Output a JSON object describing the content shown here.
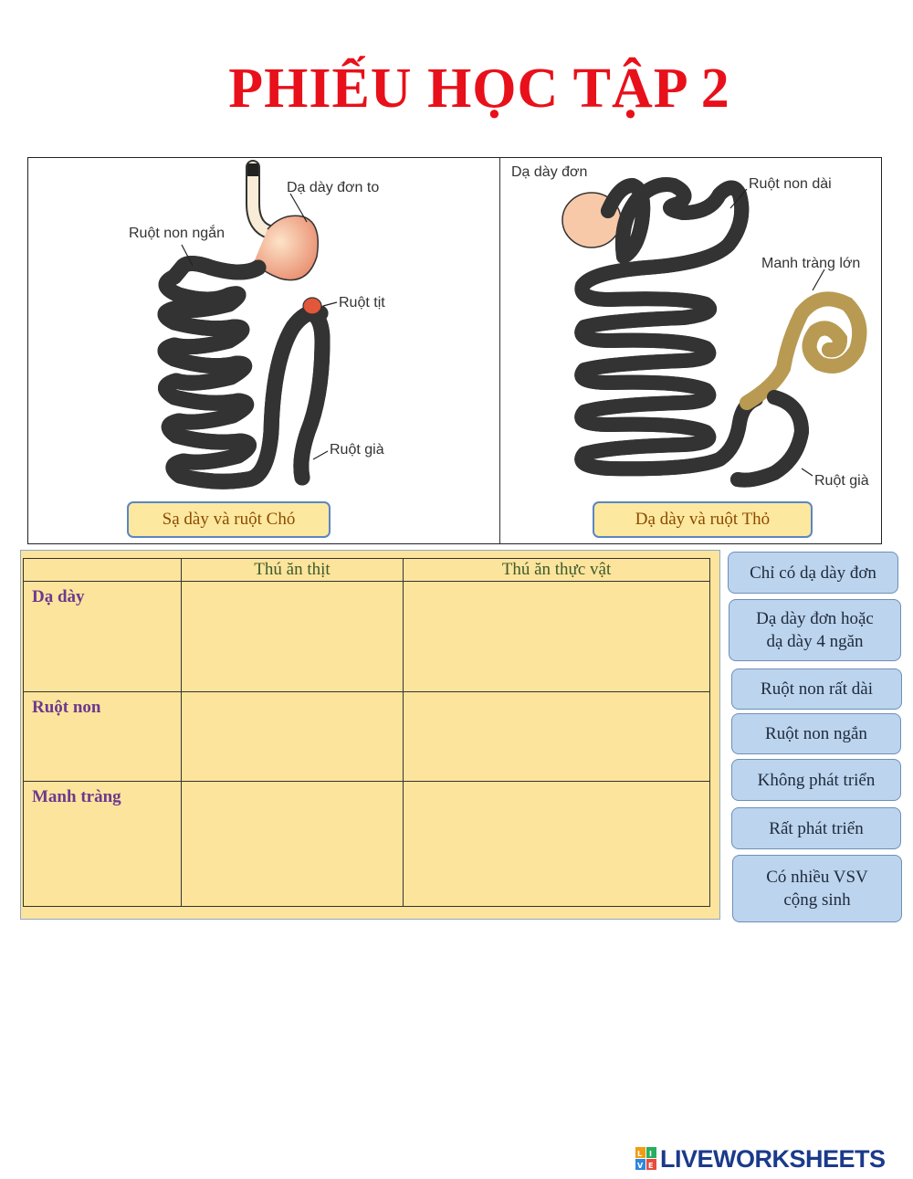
{
  "title": "PHIẾU HỌC TẬP 2",
  "figure": {
    "dog": {
      "labels": {
        "stomach": "Dạ dày đơn to",
        "small_intestine": "Ruột non ngắn",
        "cecum": "Ruột tịt",
        "large_intestine": "Ruột già"
      },
      "caption": "Sạ dày và ruột Chó"
    },
    "rabbit": {
      "labels": {
        "stomach": "Dạ dày đơn",
        "small_intestine": "Ruột non dài",
        "cecum": "Manh tràng lớn",
        "large_intestine": "Ruột già"
      },
      "caption": "Dạ dày và ruột Thỏ"
    }
  },
  "table": {
    "headers": [
      "",
      "Thú ăn thịt",
      "Thú ăn thực vật"
    ],
    "rows": [
      {
        "label": "Dạ dày"
      },
      {
        "label": "Ruột non"
      },
      {
        "label": "Manh tràng"
      }
    ]
  },
  "options": [
    {
      "text": "Chỉ có dạ dày đơn"
    },
    {
      "line1": "Dạ dày đơn hoặc",
      "line2": "dạ dày 4 ngăn"
    },
    {
      "text": "Ruột non rất dài"
    },
    {
      "text": "Ruột non ngắn"
    },
    {
      "text": "Không phát triển"
    },
    {
      "text": "Rất phát triển"
    },
    {
      "line1": "Có nhiều VSV",
      "line2": "cộng sinh"
    }
  ],
  "logo": {
    "text": "LIVEWORKSHEETS",
    "badge": "LIVE"
  },
  "colors": {
    "title": "#e8101a",
    "table_bg": "#fde49c",
    "option_bg": "#bcd4ee",
    "caption_bg": "#fde8a0",
    "row_label": "#6b3a8e"
  }
}
